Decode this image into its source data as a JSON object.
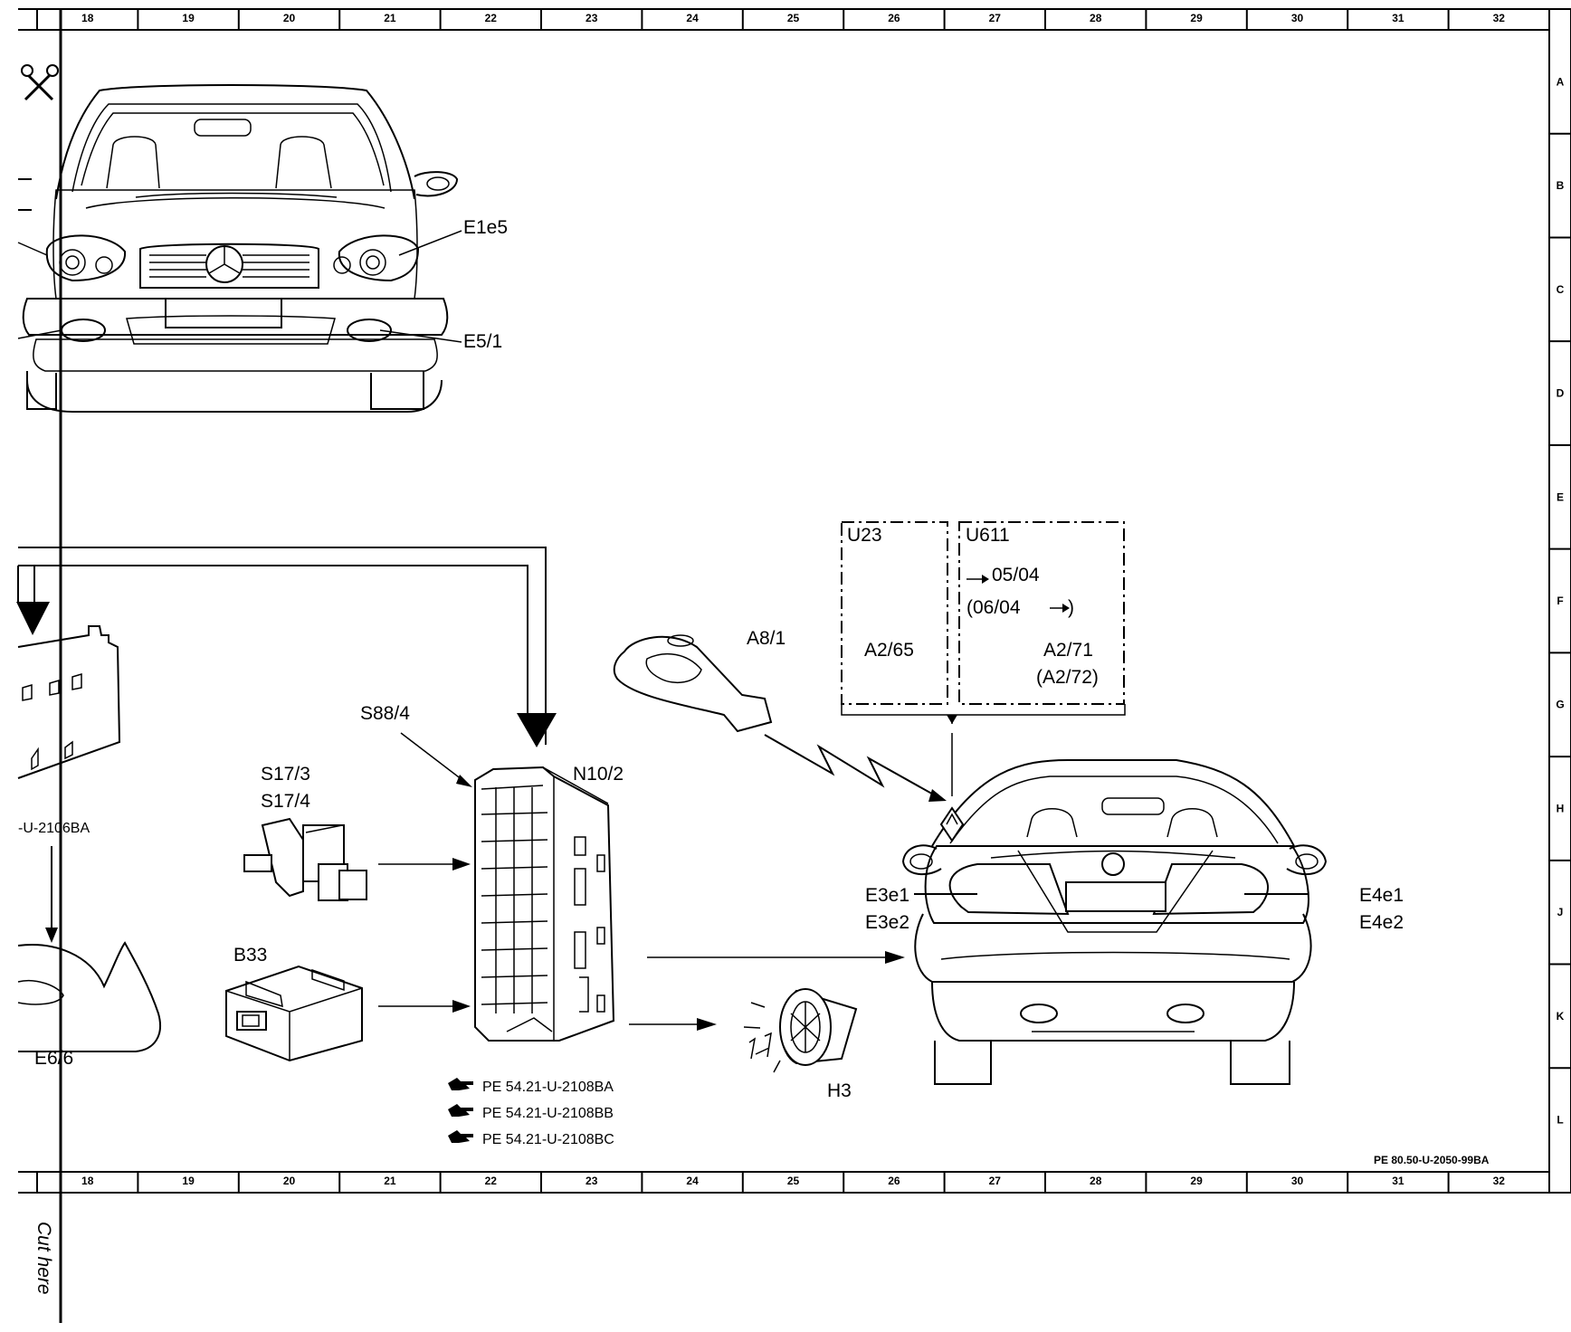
{
  "frame": {
    "columns": [
      "18",
      "19",
      "20",
      "21",
      "22",
      "23",
      "24",
      "25",
      "26",
      "27",
      "28",
      "29",
      "30",
      "31",
      "32"
    ],
    "rows": [
      "A",
      "B",
      "C",
      "D",
      "E",
      "F",
      "G",
      "H",
      "J",
      "K",
      "L"
    ]
  },
  "labels": {
    "e1e5": "E1e5",
    "e5_1": "E5/1",
    "u23": "U23",
    "u611": "U611",
    "date_from": "05/04",
    "date_paren": "(06/04",
    "a8_1": "A8/1",
    "a2_65": "A2/65",
    "a2_71": "A2/71",
    "a2_72": "(A2/72)",
    "s88_4": "S88/4",
    "n10_2": "N10/2",
    "s17_3": "S17/3",
    "s17_4": "S17/4",
    "left_ref": "-U-2106BA",
    "b33": "B33",
    "e6_6": "E6/6",
    "h3": "H3",
    "e3e1": "E3e1",
    "e3e2": "E3e2",
    "e4e1": "E4e1",
    "e4e2": "E4e2",
    "pe_ref_1": "PE 54.21-U-2108BA",
    "pe_ref_2": "PE 54.21-U-2108BB",
    "pe_ref_3": "PE 54.21-U-2108BC",
    "doc_code": "PE 80.50-U-2050-99BA",
    "cut_here": "Cut here"
  },
  "icons": [
    "scissors-icon",
    "pointing-hand-icon"
  ]
}
